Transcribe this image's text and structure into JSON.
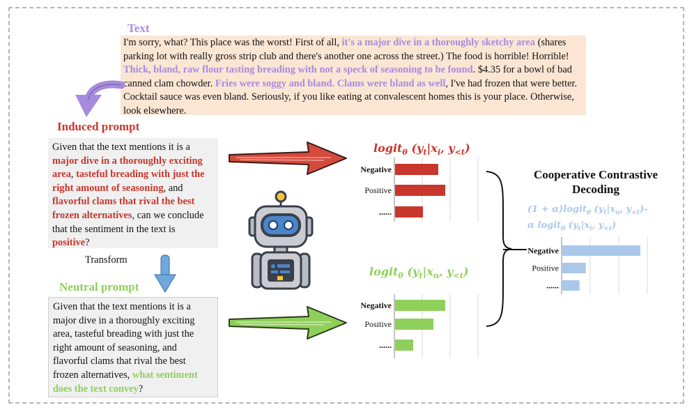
{
  "text_section": {
    "title": "Text",
    "segments": [
      {
        "t": "I'm sorry, what? This place was the worst! First of all, ",
        "hl": false
      },
      {
        "t": "it's a major dive in a thoroughly sketchy area",
        "hl": true
      },
      {
        "t": " (shares parking lot with really gross strip club and there's another one across the street.) The food is horrible! Horrible! ",
        "hl": false
      },
      {
        "t": "Thick, bland, raw flour tasting breading with not a speck of seasoning to be found",
        "hl": true
      },
      {
        "t": ". $4.35 for a bowl of bad canned clam chowder. ",
        "hl": false
      },
      {
        "t": "Fries were soggy and bland. Clams were bland as well",
        "hl": true
      },
      {
        "t": ", I've had frozen that were better. Cocktail sauce was even bland. Seriously, if you like eating at convalescent homes this is your place. Otherwise, look elsewhere.",
        "hl": false
      }
    ]
  },
  "induced": {
    "label": "Induced prompt",
    "segments": [
      {
        "t": "Given that the text mentions it is a ",
        "hl": false
      },
      {
        "t": "major dive in a thoroughly exciting area",
        "hl": true
      },
      {
        "t": ", ",
        "hl": false
      },
      {
        "t": "tasteful breading with just the right amount of seasoning",
        "hl": true
      },
      {
        "t": ", and ",
        "hl": false
      },
      {
        "t": "flavorful clams that rival the best frozen alternatives",
        "hl": true
      },
      {
        "t": ", can we conclude that the sentiment in the text is ",
        "hl": false
      },
      {
        "t": "positive",
        "hl": true
      },
      {
        "t": "?",
        "hl": false
      }
    ]
  },
  "transform_label": "Transform",
  "neutral": {
    "label": "Neutral prompt",
    "segments": [
      {
        "t": "Given that the text mentions it is a major dive in a thoroughly exciting area, tasteful breading with just the right amount of seasoning, and flavorful clams that rival the best frozen alternatives, ",
        "hl": false
      },
      {
        "t": "what sentiment does the text convey",
        "hl": true
      },
      {
        "t": "?",
        "hl": false
      }
    ]
  },
  "ccd": {
    "title_line1": "Cooperative Contrastive",
    "title_line2": "Decoding",
    "formula_line1": "(1 + α)logit_θ (y_t|x_n, y_<t)-",
    "formula_line2": "α logit_θ (y_t|x_i, y_<t)"
  },
  "chart_data": [
    {
      "type": "bar",
      "title": "logit_θ (y_t|x_i, y_<t)",
      "categories": [
        "Negative",
        "Positive",
        "......"
      ],
      "values": [
        0.62,
        0.72,
        0.4
      ],
      "color": "#c9362b"
    },
    {
      "type": "bar",
      "title": "logit_θ (y_t|x_n, y_<t)",
      "categories": [
        "Negative",
        "Positive",
        "......"
      ],
      "values": [
        0.72,
        0.55,
        0.26
      ],
      "color": "#8fd05a"
    },
    {
      "type": "bar",
      "title": "",
      "categories": [
        "Negative",
        "Positive",
        "......"
      ],
      "values": [
        1.0,
        0.3,
        0.22
      ],
      "color": "#a9c8ea"
    }
  ],
  "colors": {
    "purple": "#a78bde",
    "red": "#c9362b",
    "green": "#8fd05a",
    "blue": "#a9c8ea",
    "blue_arrow": "#6fa8dc",
    "text_bg": "#fbe6d4",
    "prompt_bg": "#f0f0f0"
  }
}
